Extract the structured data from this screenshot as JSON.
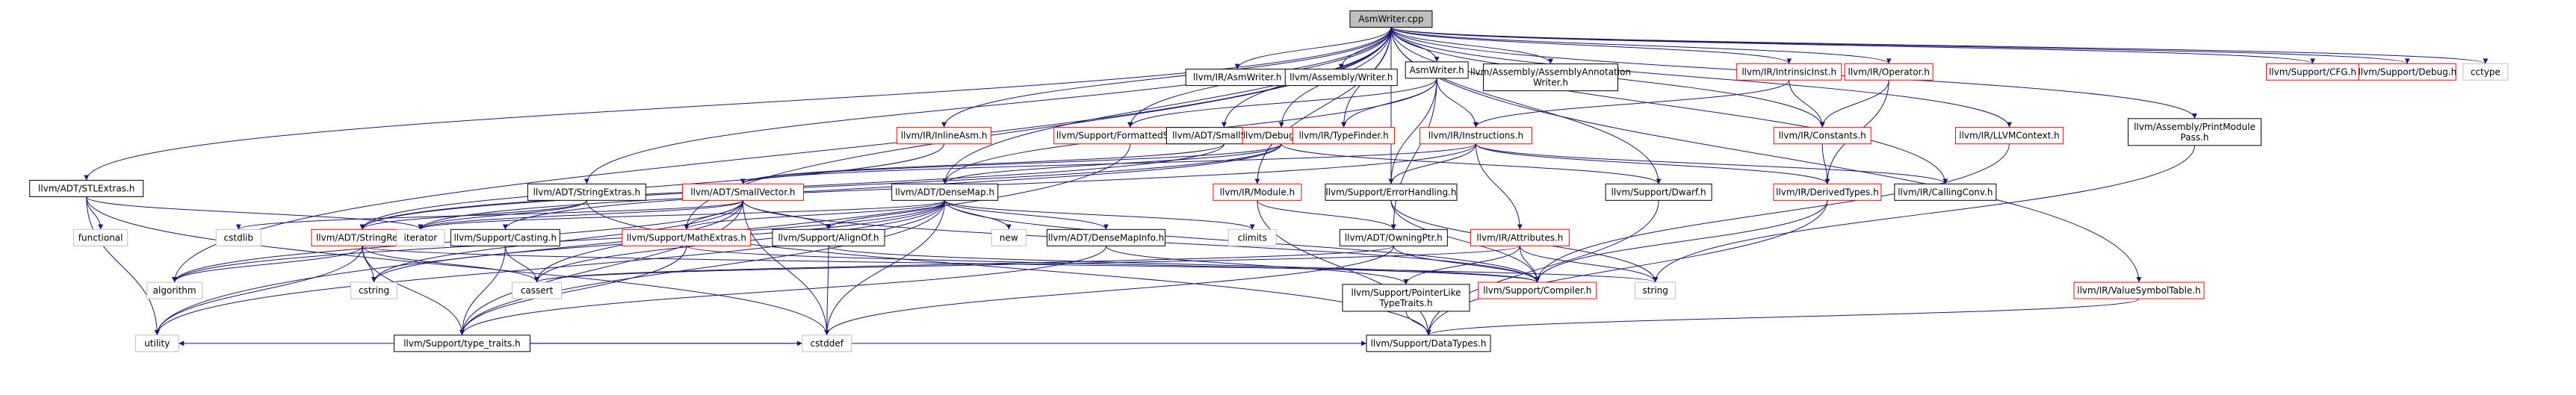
{
  "title": "AsmWriter.cpp",
  "colors": {
    "edge": "#191970",
    "red": "#ff0000",
    "black": "#000000",
    "gray": "#bfbfbf",
    "root_fill": "#bfbfbf"
  },
  "nodes": [
    {
      "id": "root",
      "lines": [
        "AsmWriter.cpp"
      ],
      "style": "root"
    },
    {
      "id": "ir_asmwriter_h",
      "lines": [
        "llvm/IR/AsmWriter.h"
      ],
      "style": "black"
    },
    {
      "id": "assembly_writer",
      "lines": [
        "llvm/Assembly/Writer.h"
      ],
      "style": "black"
    },
    {
      "id": "asmwriter_h",
      "lines": [
        "AsmWriter.h"
      ],
      "style": "black"
    },
    {
      "id": "assembly_annot",
      "lines": [
        "llvm/Assembly/AssemblyAnnotation",
        "Writer.h"
      ],
      "style": "black"
    },
    {
      "id": "intrinsic",
      "lines": [
        "llvm/IR/IntrinsicInst.h"
      ],
      "style": "red"
    },
    {
      "id": "operator",
      "lines": [
        "llvm/IR/Operator.h"
      ],
      "style": "red"
    },
    {
      "id": "cfg",
      "lines": [
        "llvm/Support/CFG.h"
      ],
      "style": "red"
    },
    {
      "id": "debug_h",
      "lines": [
        "llvm/Support/Debug.h"
      ],
      "style": "red"
    },
    {
      "id": "cctype",
      "lines": [
        "cctype"
      ],
      "style": "gray"
    },
    {
      "id": "inlineasm",
      "lines": [
        "llvm/IR/InlineAsm.h"
      ],
      "style": "red"
    },
    {
      "id": "formatted",
      "lines": [
        "llvm/Support/FormattedStream.h"
      ],
      "style": "red"
    },
    {
      "id": "smallstring",
      "lines": [
        "llvm/ADT/SmallString.h"
      ],
      "style": "black"
    },
    {
      "id": "debuginfo",
      "lines": [
        "llvm/DebugInfo.h"
      ],
      "style": "red"
    },
    {
      "id": "typefinder",
      "lines": [
        "llvm/IR/TypeFinder.h"
      ],
      "style": "red"
    },
    {
      "id": "instructions",
      "lines": [
        "llvm/IR/Instructions.h"
      ],
      "style": "red"
    },
    {
      "id": "constants",
      "lines": [
        "llvm/IR/Constants.h"
      ],
      "style": "red"
    },
    {
      "id": "llvmcontext",
      "lines": [
        "llvm/IR/LLVMContext.h"
      ],
      "style": "red"
    },
    {
      "id": "printmodulepass",
      "lines": [
        "llvm/Assembly/PrintModule",
        "Pass.h"
      ],
      "style": "black"
    },
    {
      "id": "stlextras",
      "lines": [
        "llvm/ADT/STLExtras.h"
      ],
      "style": "black"
    },
    {
      "id": "stringextras",
      "lines": [
        "llvm/ADT/StringExtras.h"
      ],
      "style": "black"
    },
    {
      "id": "smallvector",
      "lines": [
        "llvm/ADT/SmallVector.h"
      ],
      "style": "red"
    },
    {
      "id": "densemap",
      "lines": [
        "llvm/ADT/DenseMap.h"
      ],
      "style": "black"
    },
    {
      "id": "module",
      "lines": [
        "llvm/IR/Module.h"
      ],
      "style": "red"
    },
    {
      "id": "errorhandling",
      "lines": [
        "llvm/Support/ErrorHandling.h"
      ],
      "style": "black"
    },
    {
      "id": "dwarf",
      "lines": [
        "llvm/Support/Dwarf.h"
      ],
      "style": "black"
    },
    {
      "id": "derivedtypes",
      "lines": [
        "llvm/IR/DerivedTypes.h"
      ],
      "style": "red"
    },
    {
      "id": "callingconv",
      "lines": [
        "llvm/IR/CallingConv.h"
      ],
      "style": "black"
    },
    {
      "id": "functional",
      "lines": [
        "functional"
      ],
      "style": "gray"
    },
    {
      "id": "cstdlib",
      "lines": [
        "cstdlib"
      ],
      "style": "gray"
    },
    {
      "id": "stringref",
      "lines": [
        "llvm/ADT/StringRef.h"
      ],
      "style": "red"
    },
    {
      "id": "iterator",
      "lines": [
        "iterator"
      ],
      "style": "gray"
    },
    {
      "id": "casting",
      "lines": [
        "llvm/Support/Casting.h"
      ],
      "style": "black"
    },
    {
      "id": "mathextras",
      "lines": [
        "llvm/Support/MathExtras.h"
      ],
      "style": "red"
    },
    {
      "id": "alignof",
      "lines": [
        "llvm/Support/AlignOf.h"
      ],
      "style": "black"
    },
    {
      "id": "new",
      "lines": [
        "new"
      ],
      "style": "gray"
    },
    {
      "id": "densemapinfo",
      "lines": [
        "llvm/ADT/DenseMapInfo.h"
      ],
      "style": "black"
    },
    {
      "id": "climits",
      "lines": [
        "climits"
      ],
      "style": "gray"
    },
    {
      "id": "owningptr",
      "lines": [
        "llvm/ADT/OwningPtr.h"
      ],
      "style": "black"
    },
    {
      "id": "attributes",
      "lines": [
        "llvm/IR/Attributes.h"
      ],
      "style": "red"
    },
    {
      "id": "algorithm",
      "lines": [
        "algorithm"
      ],
      "style": "gray"
    },
    {
      "id": "cstring",
      "lines": [
        "cstring"
      ],
      "style": "gray"
    },
    {
      "id": "cassert",
      "lines": [
        "cassert"
      ],
      "style": "gray"
    },
    {
      "id": "pointerlike",
      "lines": [
        "llvm/Support/PointerLike",
        "TypeTraits.h"
      ],
      "style": "black"
    },
    {
      "id": "compiler",
      "lines": [
        "llvm/Support/Compiler.h"
      ],
      "style": "red"
    },
    {
      "id": "string",
      "lines": [
        "string"
      ],
      "style": "gray"
    },
    {
      "id": "valuesymtab",
      "lines": [
        "llvm/IR/ValueSymbolTable.h"
      ],
      "style": "red"
    },
    {
      "id": "typetraits",
      "lines": [
        "llvm/Support/type_traits.h"
      ],
      "style": "black"
    },
    {
      "id": "utility",
      "lines": [
        "utility"
      ],
      "style": "gray"
    },
    {
      "id": "cstddef",
      "lines": [
        "cstddef"
      ],
      "style": "gray"
    },
    {
      "id": "datatypes",
      "lines": [
        "llvm/Support/DataTypes.h"
      ],
      "style": "black"
    }
  ],
  "edges": [
    [
      "root",
      "ir_asmwriter_h"
    ],
    [
      "root",
      "assembly_writer"
    ],
    [
      "root",
      "asmwriter_h"
    ],
    [
      "root",
      "assembly_annot"
    ],
    [
      "root",
      "intrinsic"
    ],
    [
      "root",
      "operator"
    ],
    [
      "root",
      "cfg"
    ],
    [
      "root",
      "debug_h"
    ],
    [
      "root",
      "cctype"
    ],
    [
      "root",
      "inlineasm"
    ],
    [
      "root",
      "formatted"
    ],
    [
      "root",
      "smallstring"
    ],
    [
      "root",
      "debuginfo"
    ],
    [
      "root",
      "typefinder"
    ],
    [
      "root",
      "constants"
    ],
    [
      "root",
      "llvmcontext"
    ],
    [
      "root",
      "printmodulepass"
    ],
    [
      "root",
      "stlextras"
    ],
    [
      "root",
      "stringextras"
    ],
    [
      "root",
      "densemap"
    ],
    [
      "root",
      "module"
    ],
    [
      "root",
      "errorhandling"
    ],
    [
      "root",
      "dwarf"
    ],
    [
      "root",
      "callingconv"
    ],
    [
      "root",
      "mathextras"
    ],
    [
      "root",
      "valuesymtab"
    ],
    [
      "root",
      "algorithm"
    ],
    [
      "asmwriter_h",
      "formatted"
    ],
    [
      "asmwriter_h",
      "typefinder"
    ],
    [
      "asmwriter_h",
      "instructions"
    ],
    [
      "asmwriter_h",
      "densemap"
    ],
    [
      "asmwriter_h",
      "owningptr"
    ],
    [
      "asmwriter_h",
      "errorhandling"
    ],
    [
      "intrinsic",
      "instructions"
    ],
    [
      "intrinsic",
      "constants"
    ],
    [
      "operator",
      "constants"
    ],
    [
      "operator",
      "derivedtypes"
    ],
    [
      "inlineasm",
      "stringref"
    ],
    [
      "formatted",
      "utility"
    ],
    [
      "smallstring",
      "smallvector"
    ],
    [
      "smallstring",
      "stringref"
    ],
    [
      "debuginfo",
      "smallvector"
    ],
    [
      "debuginfo",
      "densemap"
    ],
    [
      "debuginfo",
      "stringref"
    ],
    [
      "debuginfo",
      "casting"
    ],
    [
      "debuginfo",
      "dwarf"
    ],
    [
      "instructions",
      "smallvector"
    ],
    [
      "instructions",
      "errorhandling"
    ],
    [
      "instructions",
      "callingconv"
    ],
    [
      "instructions",
      "derivedtypes"
    ],
    [
      "instructions",
      "attributes"
    ],
    [
      "instructions",
      "iterator"
    ],
    [
      "constants",
      "derivedtypes"
    ],
    [
      "llvmcontext",
      "compiler"
    ],
    [
      "printmodulepass",
      "string"
    ],
    [
      "stlextras",
      "cstddef"
    ],
    [
      "stlextras",
      "functional"
    ],
    [
      "stlextras",
      "iterator"
    ],
    [
      "stlextras",
      "utility"
    ],
    [
      "stringextras",
      "stringref"
    ],
    [
      "stringextras",
      "datatypes"
    ],
    [
      "stringextras",
      "iterator"
    ],
    [
      "smallvector",
      "algorithm"
    ],
    [
      "smallvector",
      "cstring"
    ],
    [
      "smallvector",
      "cassert"
    ],
    [
      "smallvector",
      "cstdlib"
    ],
    [
      "smallvector",
      "iterator"
    ],
    [
      "smallvector",
      "mathextras"
    ],
    [
      "smallvector",
      "typetraits"
    ],
    [
      "smallvector",
      "alignof"
    ],
    [
      "smallvector",
      "compiler"
    ],
    [
      "smallvector",
      "cstddef"
    ],
    [
      "smallvector",
      "memory_dummy"
    ],
    [
      "densemap",
      "algorithm"
    ],
    [
      "densemap",
      "cstring"
    ],
    [
      "densemap",
      "cassert"
    ],
    [
      "densemap",
      "iterator"
    ],
    [
      "densemap",
      "mathextras"
    ],
    [
      "densemap",
      "alignof"
    ],
    [
      "densemap",
      "new"
    ],
    [
      "densemap",
      "densemapinfo"
    ],
    [
      "densemap",
      "climits"
    ],
    [
      "densemap",
      "typetraits"
    ],
    [
      "densemap",
      "compiler"
    ],
    [
      "densemap",
      "utility"
    ],
    [
      "densemap",
      "cstddef"
    ],
    [
      "module",
      "owningptr"
    ],
    [
      "module",
      "datatypes"
    ],
    [
      "errorhandling",
      "compiler"
    ],
    [
      "errorhandling",
      "string"
    ],
    [
      "dwarf",
      "datatypes"
    ],
    [
      "derivedtypes",
      "compiler"
    ],
    [
      "derivedtypes",
      "datatypes"
    ],
    [
      "stringref",
      "algorithm"
    ],
    [
      "stringref",
      "cassert"
    ],
    [
      "stringref",
      "cstring"
    ],
    [
      "stringref",
      "typetraits"
    ],
    [
      "stringref",
      "utility"
    ],
    [
      "stringref",
      "string"
    ],
    [
      "casting",
      "cassert"
    ],
    [
      "casting",
      "typetraits"
    ],
    [
      "mathextras",
      "typetraits"
    ],
    [
      "mathextras",
      "compiler"
    ],
    [
      "alignof",
      "cstddef"
    ],
    [
      "alignof",
      "compiler"
    ],
    [
      "densemapinfo",
      "pointerlike"
    ],
    [
      "densemapinfo",
      "typetraits"
    ],
    [
      "owningptr",
      "compiler"
    ],
    [
      "owningptr",
      "cassert"
    ],
    [
      "owningptr",
      "cstddef"
    ],
    [
      "attributes",
      "compiler"
    ],
    [
      "attributes",
      "string"
    ],
    [
      "attributes",
      "pointerlike"
    ],
    [
      "attributes",
      "cassert"
    ],
    [
      "pointerlike",
      "datatypes"
    ],
    [
      "typetraits",
      "datatypes"
    ],
    [
      "typetraits",
      "cstddef"
    ],
    [
      "typetraits",
      "utility"
    ],
    [
      "valuesymtab",
      "datatypes"
    ]
  ]
}
